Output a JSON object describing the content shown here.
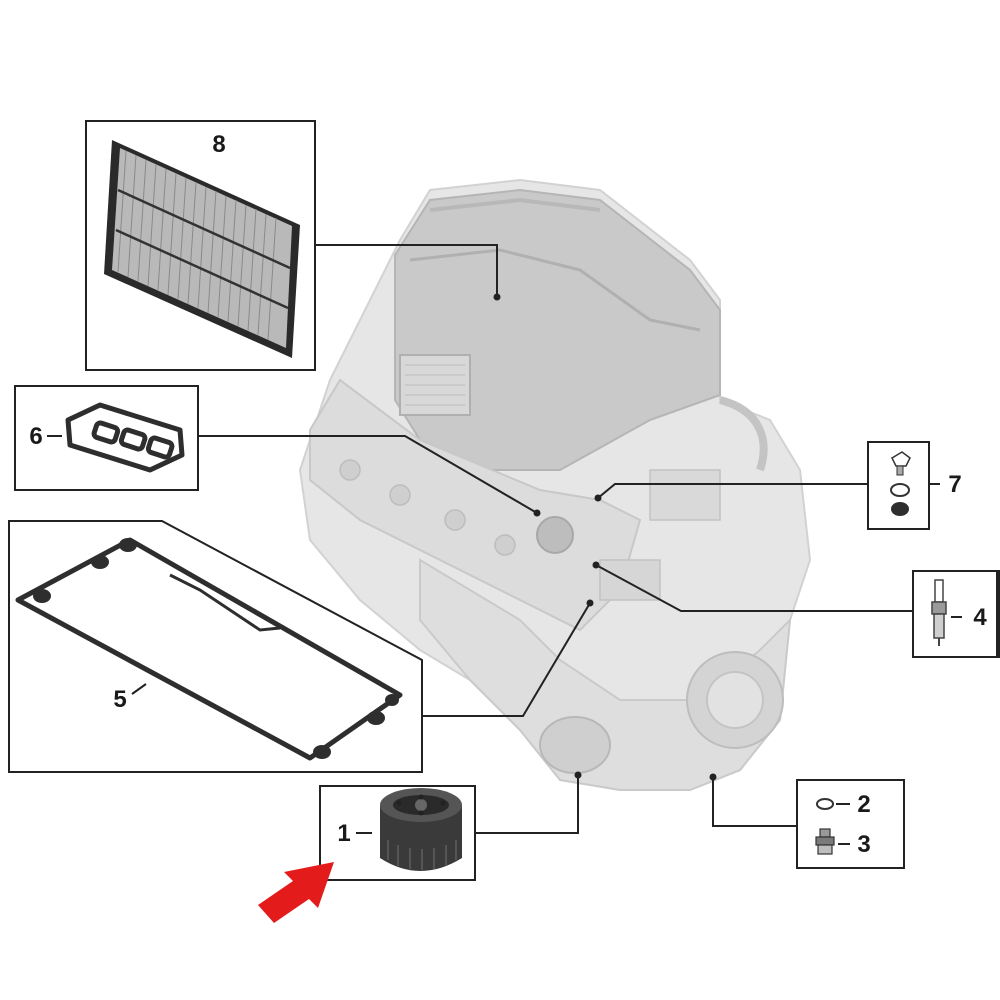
{
  "diagram": {
    "colors": {
      "engine_fill": "#e4e4e4",
      "engine_shade": "#cfcfcf",
      "engine_dark": "#bdbdbd",
      "part_dark": "#2e2e2e",
      "line": "#222222",
      "arrow": "#e31b1b"
    },
    "callouts": [
      {
        "id": "1",
        "label": "1",
        "part": "oil-filter"
      },
      {
        "id": "2",
        "label": "2",
        "part": "seal-ring"
      },
      {
        "id": "3",
        "label": "3",
        "part": "drain-plug"
      },
      {
        "id": "4",
        "label": "4",
        "part": "spark-plug"
      },
      {
        "id": "5",
        "label": "5",
        "part": "valve-cover-gasket"
      },
      {
        "id": "6",
        "label": "6",
        "part": "gasket-set"
      },
      {
        "id": "7",
        "label": "7",
        "part": "screw-seal-grommet"
      },
      {
        "id": "8",
        "label": "8",
        "part": "air-filter-element"
      }
    ],
    "highlight": {
      "target": "1",
      "icon": "red-arrow-icon"
    }
  }
}
